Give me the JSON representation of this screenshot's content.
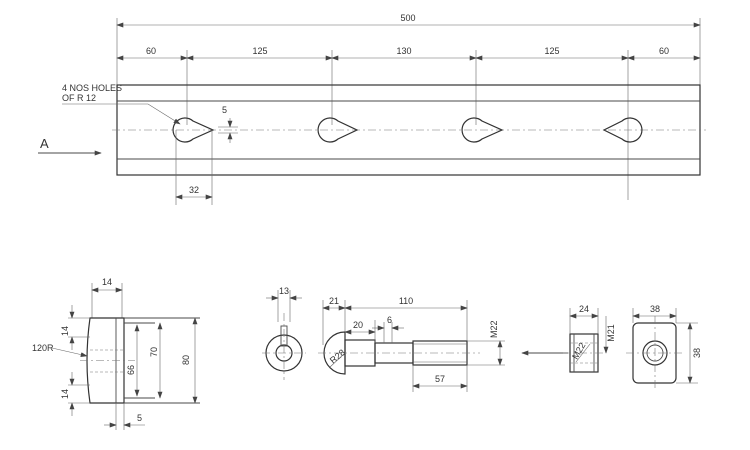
{
  "top_view": {
    "dim_total": "500",
    "dim_60_left": "60",
    "dim_125_left": "125",
    "dim_130": "130",
    "dim_125_right": "125",
    "dim_60_right": "60",
    "holes_note_line1": "4 NOS HOLES",
    "holes_note_line2": "OF R 12",
    "dim_5": "5",
    "dim_32": "32",
    "view_label": "A"
  },
  "section_view": {
    "dim_14_top": "14",
    "dim_14_upper": "14",
    "dim_14_lower": "14",
    "radius_label": "120R",
    "dim_66": "66",
    "dim_70": "70",
    "dim_80": "80",
    "dim_5": "5"
  },
  "bolt_view": {
    "dim_13": "13",
    "dim_21": "21",
    "dim_110": "110",
    "dim_20": "20",
    "dim_6": "6",
    "radius_label": "R28",
    "thread_label": "M22",
    "dim_57": "57"
  },
  "nut_view": {
    "dim_24": "24",
    "thread_label_top": "M21",
    "thread_label_side": "M22",
    "dim_38_top": "38",
    "dim_38_side": "38"
  }
}
